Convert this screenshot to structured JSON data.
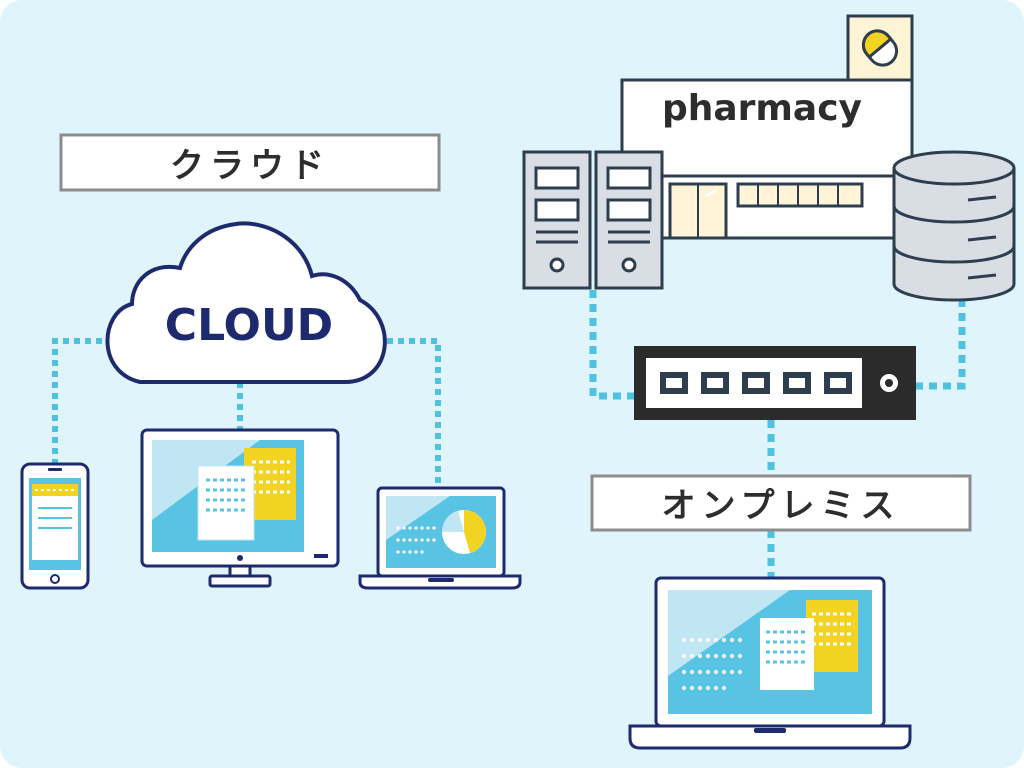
{
  "labels": {
    "cloud_heading": "クラウド",
    "cloud_inner": "CLOUD",
    "pharmacy": "pharmacy",
    "onprem_heading": "オンプレミス"
  },
  "colors": {
    "background": "#DFF5FB",
    "navy": "#1E2A6E",
    "dark_slate": "#2E3E4E",
    "link_dotted": "#4FC2E0",
    "screen_blue": "#59C3E3",
    "screen_light": "#BFE6F2",
    "yellow": "#F2D321",
    "server_gray": "#D8DEE3",
    "box_border": "#8C8C8C"
  },
  "icons": [
    "cloud-icon",
    "smartphone-icon",
    "desktop-monitor-icon",
    "laptop-icon",
    "server-tower-icon",
    "pharmacy-building-icon",
    "pill-capsule-icon",
    "database-icon",
    "network-switch-icon"
  ]
}
